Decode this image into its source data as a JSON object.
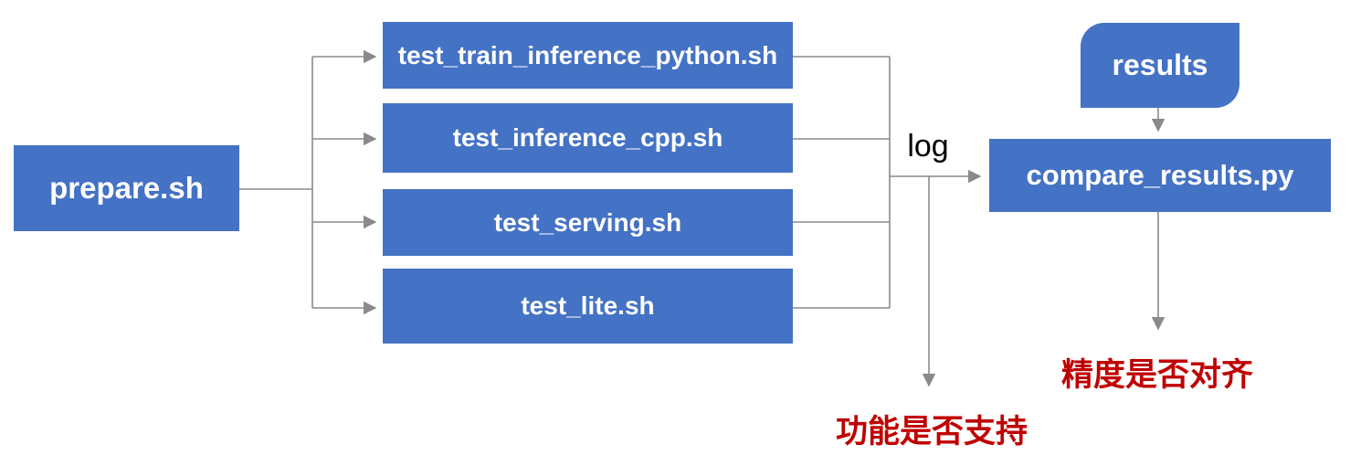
{
  "diagram": {
    "nodes": {
      "prepare": {
        "label": "prepare.sh"
      },
      "tests": [
        {
          "label": "test_train_inference_python.sh"
        },
        {
          "label": "test_inference_cpp.sh"
        },
        {
          "label": "test_serving.sh"
        },
        {
          "label": "test_lite.sh"
        }
      ],
      "results": {
        "label": "results"
      },
      "compare": {
        "label": "compare_results.py"
      }
    },
    "edge_labels": {
      "log": "log"
    },
    "annotations": {
      "function_support": "功能是否支持",
      "precision_aligned": "精度是否对齐"
    }
  },
  "colors": {
    "background": "#ffffff",
    "node_fill": "#4472C4",
    "node_text": "#ffffff",
    "connector": "#8a8a8a",
    "edge_label_text": "#000000",
    "annotation_text": "#C00000"
  }
}
